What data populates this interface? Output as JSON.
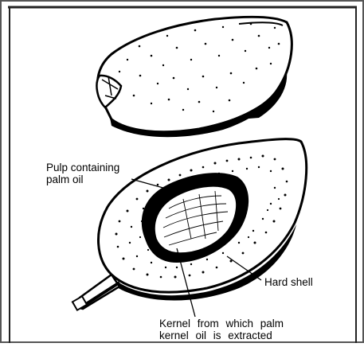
{
  "labels": {
    "pulp_line1": "Pulp containing",
    "pulp_line2": "palm oil",
    "hard_shell": "Hard shell",
    "kernel_line1": "Kernel from which palm",
    "kernel_line2": "kernel oil is extracted"
  }
}
